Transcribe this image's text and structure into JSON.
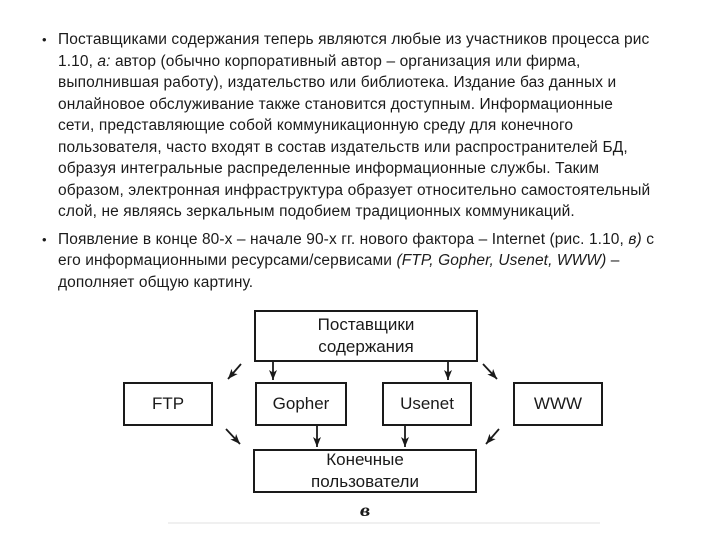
{
  "page": {
    "background_color": "#ffffff",
    "text_color": "#1b1b1b",
    "diagram_line_color": "#1a1a1a"
  },
  "bullets": [
    {
      "marker": "•",
      "lines": [
        {
          "pre": "Поставщиками содержания теперь являются любые из участников процесса рис"
        },
        {
          "pre": "1.10, ",
          "it": "а:",
          "post": " автор (обычно корпоративный автор – организация или фирма,"
        },
        {
          "pre": "выполнившая работу), издательство или библиотека. Издание баз данных и"
        },
        {
          "pre": "онлайновое обслуживание также становится доступным. Информационные"
        },
        {
          "pre": "сети, представляющие собой коммуникационную среду для конечного"
        },
        {
          "pre": "пользователя, часто входят в состав издательств или распространителей БД,"
        },
        {
          "pre": "образуя интегральные распределенные информационные службы. Таким"
        },
        {
          "pre": "образом, электронная инфраструктура образует относительно самостоятельный"
        },
        {
          "pre": "слой, не являясь зеркальным подобием традиционных коммуникаций."
        }
      ]
    },
    {
      "marker": "•",
      "lines": [
        {
          "pre": "Появление в конце 80-х – начале 90-х гг. нового фактора – Internet (рис. 1.10, ",
          "it": "в)",
          "post": " с"
        },
        {
          "pre": "его информационными ресурсами/сервисами ",
          "it": "(FTP, Gopher, Usenet, WWW)",
          "post": " –"
        },
        {
          "pre": "дополняет общую картину."
        }
      ]
    }
  ],
  "diagram": {
    "figure_label": "в",
    "boxes": {
      "providers": {
        "label_line1": "Поставщики",
        "label_line2": "содержания"
      },
      "ftp": {
        "label": "FTP"
      },
      "gopher": {
        "label": "Gopher"
      },
      "usenet": {
        "label": "Usenet"
      },
      "www": {
        "label": "WWW"
      },
      "end_users": {
        "label_line1": "Конечные",
        "label_line2": "пользователи"
      }
    },
    "connections": [
      {
        "from": "providers",
        "to": "ftp",
        "style": "diagonal-arrow"
      },
      {
        "from": "providers",
        "to": "gopher",
        "style": "vertical-arrow"
      },
      {
        "from": "providers",
        "to": "usenet",
        "style": "vertical-arrow"
      },
      {
        "from": "providers",
        "to": "www",
        "style": "diagonal-arrow"
      },
      {
        "from": "ftp",
        "to": "end_users",
        "style": "diagonal-arrow"
      },
      {
        "from": "gopher",
        "to": "end_users",
        "style": "vertical-arrow"
      },
      {
        "from": "usenet",
        "to": "end_users",
        "style": "vertical-arrow"
      },
      {
        "from": "www",
        "to": "end_users",
        "style": "diagonal-arrow"
      }
    ]
  }
}
